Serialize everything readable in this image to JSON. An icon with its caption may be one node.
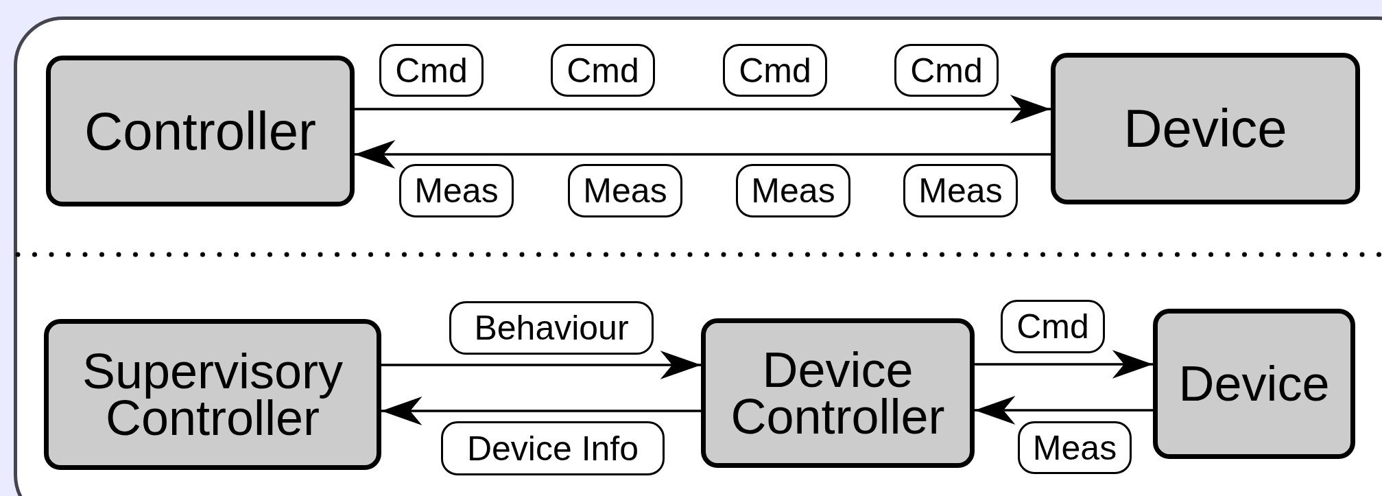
{
  "diagram": {
    "nodes": [
      {
        "text": [
          "Controller"
        ]
      },
      {
        "text": [
          "Cmd"
        ]
      },
      {
        "text": [
          "Cmd"
        ]
      },
      {
        "text": [
          "Cmd"
        ]
      },
      {
        "text": [
          "Cmd"
        ]
      },
      {
        "text": [
          "Device"
        ]
      },
      {
        "text": [
          "Meas"
        ]
      },
      {
        "text": [
          "Meas"
        ]
      },
      {
        "text": [
          "Meas"
        ]
      },
      {
        "text": [
          "Meas"
        ]
      },
      {
        "text": [
          "Behaviour"
        ]
      },
      {
        "text": [
          "Cmd"
        ]
      },
      {
        "text": [
          "Supervisory Controller"
        ]
      },
      {
        "text": [
          "Device Controller"
        ]
      },
      {
        "text": [
          "Device"
        ]
      },
      {
        "text": [
          "Device Info"
        ]
      },
      {
        "text": [
          "Meas"
        ]
      }
    ],
    "edges": [
      {
        "from": 0,
        "to": 5,
        "arrow": "to"
      },
      {
        "from": 5,
        "to": 0,
        "arrow": "to"
      },
      {
        "from": 12,
        "to": 13,
        "arrow": "to"
      },
      {
        "from": 13,
        "to": 12,
        "arrow": "to"
      },
      {
        "from": 13,
        "to": 14,
        "arrow": "to"
      },
      {
        "from": 14,
        "to": 13,
        "arrow": "to"
      }
    ]
  }
}
